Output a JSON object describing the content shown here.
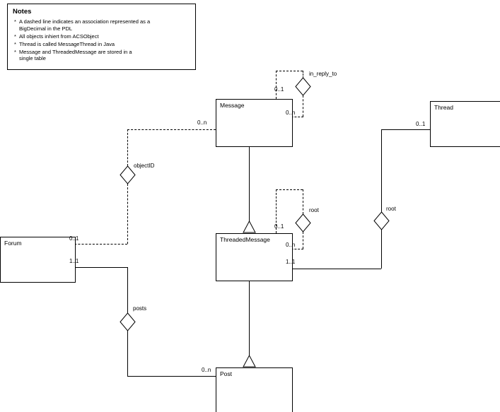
{
  "diagram": {
    "notes": {
      "title": "Notes",
      "items": [
        "A dashed line indicates an association represented as a BigDecimal in the PDL",
        "All objects inhiert from ACSObject",
        "Thread is called MessageThread in Java",
        "Message and ThreadedMessage are stored in a single table"
      ]
    },
    "entities": {
      "message": "Message",
      "thread": "Thread",
      "threaded_message": "ThreadedMessage",
      "forum": "Forum",
      "post": "Post"
    },
    "labels": {
      "in_reply_to": "in_reply_to",
      "object_id": "objectID",
      "root_self": "root",
      "root_thread": "root",
      "posts": "posts",
      "m_in_reply_to_src": "0..1",
      "m_in_reply_to_dst": "0..n",
      "m_object_id_message": "0..n",
      "m_object_id_forum": "0..1",
      "m_root_self_src": "0..1",
      "m_root_self_dst": "0..n",
      "m_root_thread": "0..1",
      "m_root_threaded_message": "1..1",
      "m_posts_forum": "1..1",
      "m_posts_post": "0..n"
    }
  }
}
